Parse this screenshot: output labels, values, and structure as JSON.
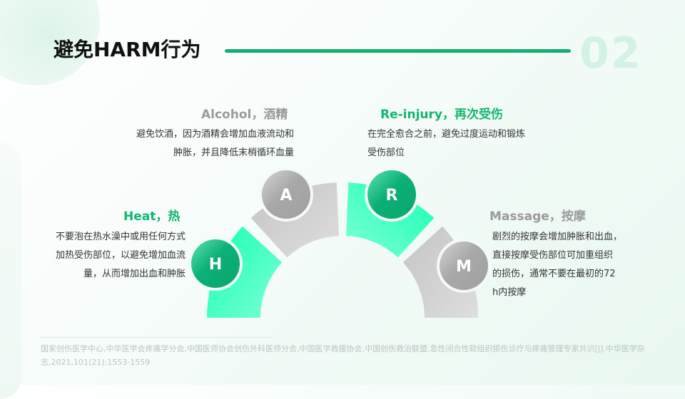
{
  "title": "避免HARM行为",
  "section_number": "02",
  "colors": {
    "accent": "#12b76f",
    "gray_text": "#9a9a9a"
  },
  "items": [
    {
      "letter": "H",
      "heading": "Heat，热",
      "lines": [
        "不要泡在热水澡中或用任何方式",
        "加热受伤部位，以避免增加血流",
        "量，从而增加出血和肿胀"
      ]
    },
    {
      "letter": "A",
      "heading": "Alcohol，酒精",
      "lines": [
        "避免饮酒，因为酒精会增加血液流动和",
        "肿胀，并且降低末梢循环血量"
      ]
    },
    {
      "letter": "R",
      "heading": "Re-injury，再次受伤",
      "lines": [
        "在完全愈合之前，避免过度运动和锻炼",
        "受伤部位"
      ]
    },
    {
      "letter": "M",
      "heading": "Massage，按摩",
      "lines": [
        "剧烈的按摩会增加肿胀和出血，",
        "直接按摩受伤部位可加重组织",
        "的损伤，通常不要在最初的72",
        "h内按摩"
      ]
    }
  ],
  "reference": "国家创伤医学中心,中华医学会疼痛学分会,中国医师协会创伤外科医师分会,中国医学救援协会,中国创伤救治联盟.急性闭合性软组织损伤诊疗与疼痛管理专家共识[J].中华医学杂志,2021,101(21):1553-1559"
}
